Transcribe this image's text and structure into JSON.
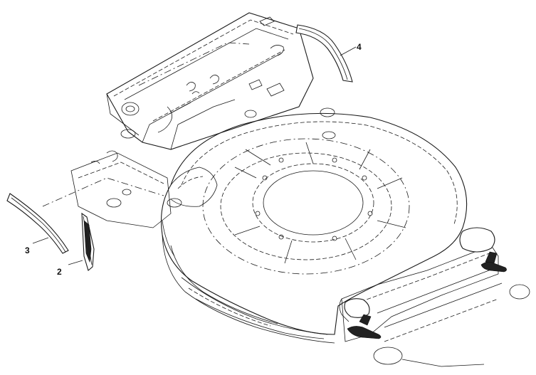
{
  "diagram": {
    "callouts": [
      {
        "id": "2",
        "label": "2"
      },
      {
        "id": "3",
        "label": "3"
      },
      {
        "id": "4",
        "label": "4"
      }
    ],
    "colors": {
      "line": "#1a1a1a",
      "background": "#ffffff"
    }
  }
}
